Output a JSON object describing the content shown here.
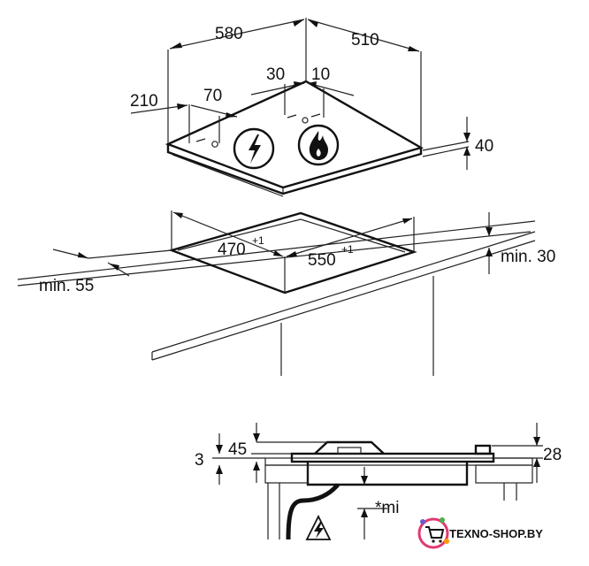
{
  "dimensions": {
    "width_total": "580",
    "depth_total": "510",
    "side_offset": "210",
    "side_inset": "70",
    "rear_left": "30",
    "rear_right": "10",
    "height_top": "40",
    "cutout_depth": "470",
    "cutout_depth_tol": "+1",
    "cutout_width": "550",
    "cutout_width_tol": "+1",
    "min_front": "min. 55",
    "min_back": "min. 30",
    "section_left_a": "45",
    "section_left_b": "3",
    "section_right": "28",
    "section_min_label": "*mi"
  },
  "watermark": {
    "text": "TEXNO-SHOP.BY",
    "accent": "#e03a6e"
  }
}
